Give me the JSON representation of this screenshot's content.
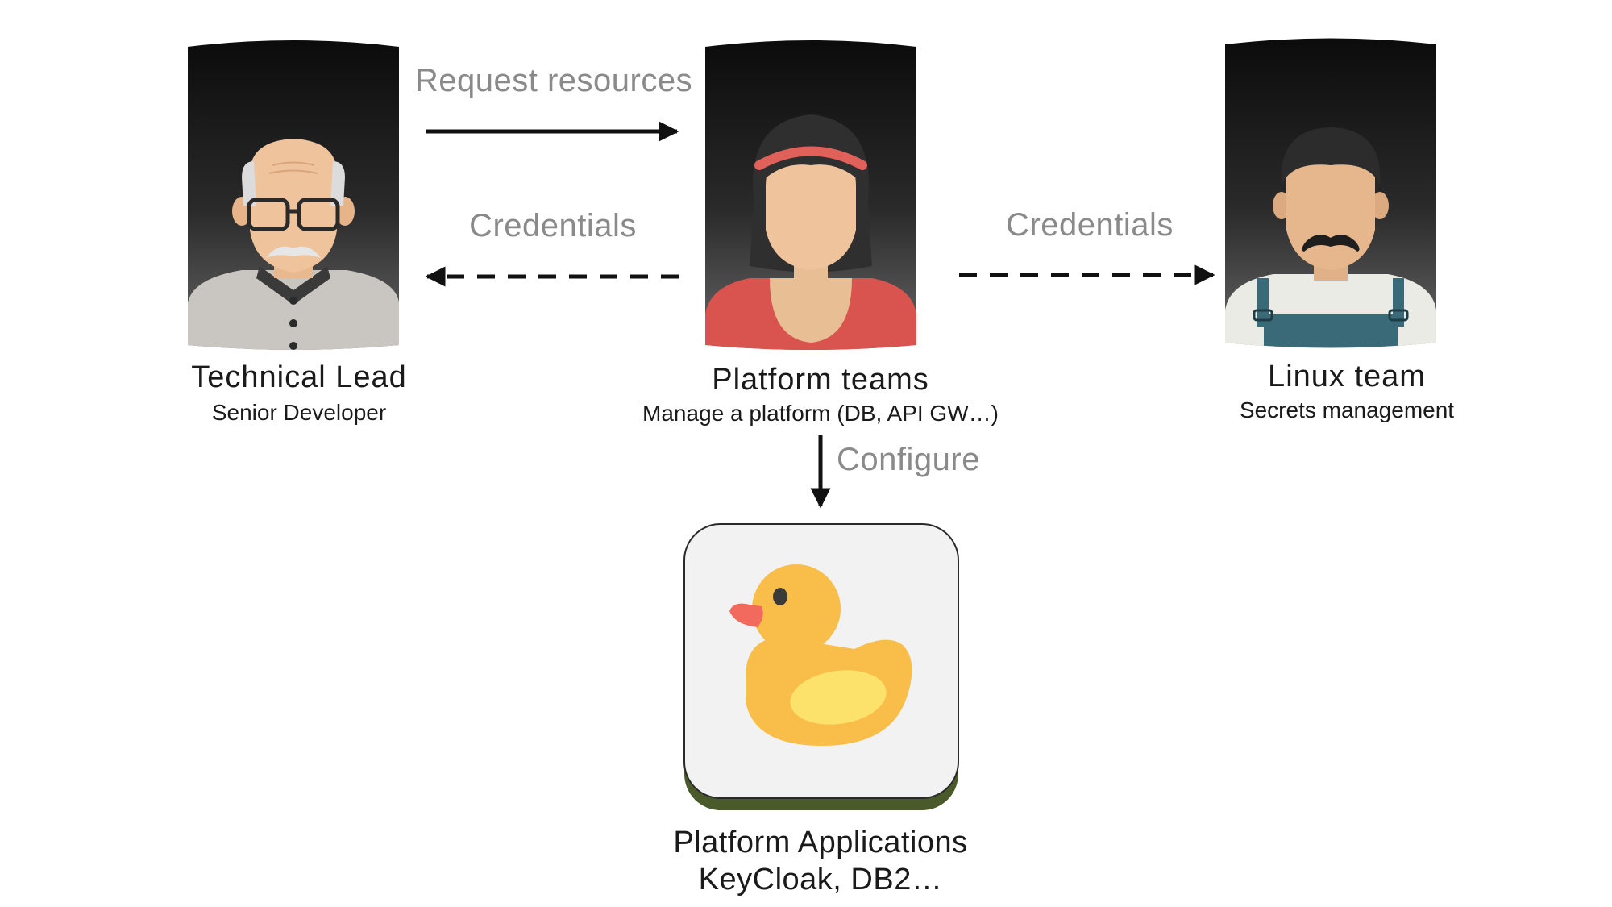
{
  "edges": {
    "request": "Request resources",
    "credentials_left": "Credentials",
    "credentials_right": "Credentials",
    "configure": "Configure"
  },
  "nodes": {
    "tech_lead": {
      "title": "Technical Lead",
      "subtitle": "Senior Developer"
    },
    "platform": {
      "title": "Platform teams",
      "subtitle": "Manage a platform (DB, API GW…)"
    },
    "linux": {
      "title": "Linux team",
      "subtitle": "Secrets management"
    },
    "apps": {
      "line1": "Platform Applications",
      "line2": "KeyCloak, DB2…"
    }
  },
  "icons": {
    "tech_lead": "old-man-avatar-icon",
    "platform": "woman-avatar-icon",
    "linux": "mustache-man-avatar-icon",
    "apps": "rubber-duck-app-icon"
  },
  "colors": {
    "arrow": "#111111",
    "edge_label": "#8a8a8a",
    "app_tile_bg": "#f2f2f2",
    "app_tile_shadow": "#4a5a2a",
    "duck_body": "#f9bd4a",
    "duck_beak": "#f26a5e",
    "headband": "#e0605a"
  }
}
